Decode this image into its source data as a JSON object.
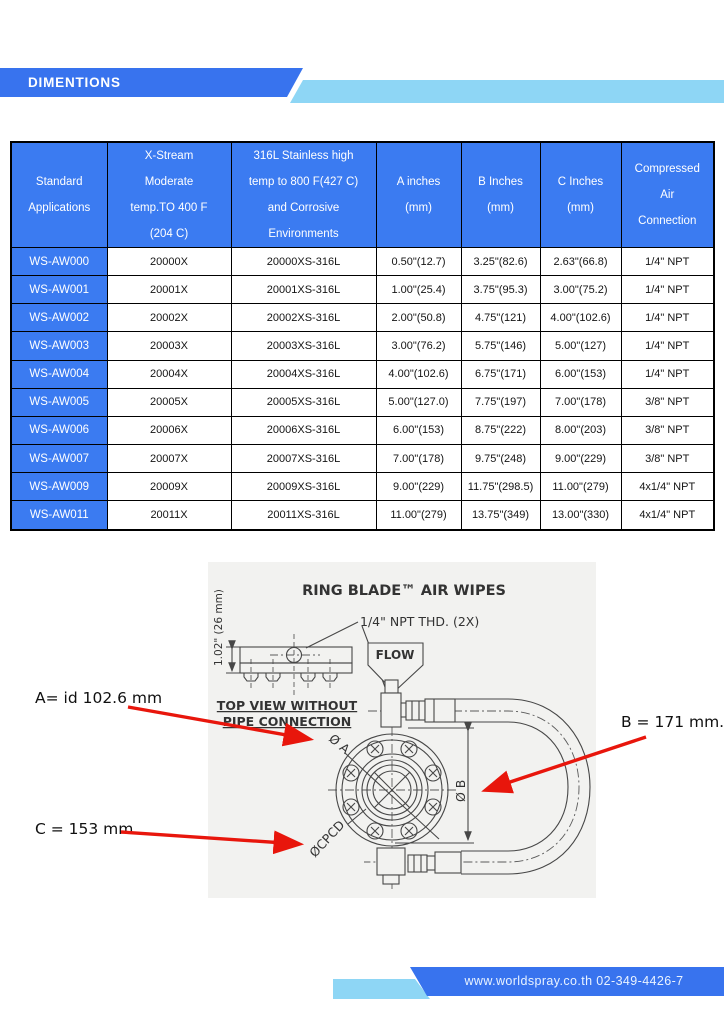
{
  "header": {
    "title": "DIMENTIONS"
  },
  "footer": {
    "text": "www.worldspray.co.th 02-349-4426-7"
  },
  "colors": {
    "accent_blue": "#3b7bf1",
    "banner_blue": "#3873ee",
    "light_blue": "#8ed6f5",
    "arrow_red": "#e8160c",
    "table_border": "#000000",
    "diagram_bg": "#f2f2f0"
  },
  "table": {
    "header": [
      [
        "Standard",
        "Applications"
      ],
      [
        "X-Stream",
        "Moderate",
        "temp.TO 400 F",
        "(204 C)"
      ],
      [
        "316L Stainless high",
        "temp to 800 F(427 C)",
        "and Corrosive",
        "Environments"
      ],
      [
        "A inches",
        "(mm)"
      ],
      [
        "B Inches",
        "(mm)"
      ],
      [
        "C Inches",
        "(mm)"
      ],
      [
        "Compressed",
        "Air",
        "Connection"
      ]
    ],
    "rows": [
      [
        "WS-AW000",
        "20000X",
        "20000XS-316L",
        "0.50\"(12.7)",
        "3.25\"(82.6)",
        "2.63\"(66.8)",
        "1/4\" NPT"
      ],
      [
        "WS-AW001",
        "20001X",
        "20001XS-316L",
        "1.00\"(25.4)",
        "3.75\"(95.3)",
        "3.00\"(75.2)",
        "1/4\" NPT"
      ],
      [
        "WS-AW002",
        "20002X",
        "20002XS-316L",
        "2.00\"(50.8)",
        "4.75\"(121)",
        "4.00\"(102.6)",
        "1/4\" NPT"
      ],
      [
        "WS-AW003",
        "20003X",
        "20003XS-316L",
        "3.00\"(76.2)",
        "5.75\"(146)",
        "5.00\"(127)",
        "1/4\" NPT"
      ],
      [
        "WS-AW004",
        "20004X",
        "20004XS-316L",
        "4.00\"(102.6)",
        "6.75\"(171)",
        "6.00\"(153)",
        "1/4\" NPT"
      ],
      [
        "WS-AW005",
        "20005X",
        "20005XS-316L",
        "5.00\"(127.0)",
        "7.75\"(197)",
        "7.00\"(178)",
        "3/8\" NPT"
      ],
      [
        "WS-AW006",
        "20006X",
        "20006XS-316L",
        "6.00\"(153)",
        "8.75\"(222)",
        "8.00\"(203)",
        "3/8\" NPT"
      ],
      [
        "WS-AW007",
        "20007X",
        "20007XS-316L",
        "7.00\"(178)",
        "9.75\"(248)",
        "9.00\"(229)",
        "3/8\" NPT"
      ],
      [
        "WS-AW009",
        "20009X",
        "20009XS-316L",
        "9.00\"(229)",
        "11.75\"(298.5)",
        "11.00\"(279)",
        "4x1/4\" NPT"
      ],
      [
        "WS-AW011",
        "20011X",
        "20011XS-316L",
        "11.00\"(279)",
        "13.75\"(349)",
        "13.00\"(330)",
        "4x1/4\" NPT"
      ]
    ]
  },
  "diagram": {
    "title": "RING BLADE™ AIR WIPES",
    "npt_label": "1/4\" NPT THD. (2X)",
    "flow_label": "FLOW",
    "top_view_line1": "TOP VIEW WITHOUT",
    "top_view_line2": "PIPE CONNECTION",
    "height_dim": "1.02\" (26 mm)",
    "dia_a_label": "Ø A",
    "dia_b_label": "Ø B",
    "dia_cpcd_label": "ØCPCD",
    "annotation_a": "A= id 102.6 mm",
    "annotation_b": "B = 171 mm.",
    "annotation_c": "C = 153 mm"
  }
}
